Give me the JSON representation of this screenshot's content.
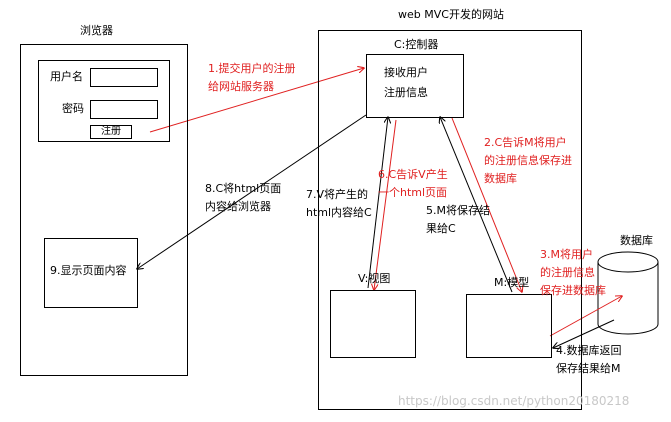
{
  "browser": {
    "title": "浏览器",
    "username_label": "用户名",
    "password_label": "密码",
    "register_button": "注册",
    "display_box": "9.显示页面内容"
  },
  "site": {
    "title": "web MVC开发的网站",
    "controller_label": "C:控制器",
    "controller_box": [
      "接收用户",
      "注册信息"
    ],
    "view_label": "V:视图",
    "model_label": "M:模型"
  },
  "database": {
    "label": "数据库"
  },
  "steps": {
    "s1": [
      "1.提交用户的注册",
      "给网站服务器"
    ],
    "s2": [
      "2.C告诉M将用户",
      "的注册信息保存进",
      "数据库"
    ],
    "s3": [
      "3.M将用户",
      "的注册信息",
      "保存进数据库"
    ],
    "s4": [
      "4.数据库返回",
      "保存结果给M"
    ],
    "s5": [
      "5.M将保存结",
      "果给C"
    ],
    "s6": [
      "6.C告诉V产生",
      "一个html页面"
    ],
    "s7": [
      "7.V将产生的",
      "html内容给C"
    ],
    "s8": [
      "8.C将html页面",
      "内容给浏览器"
    ]
  },
  "watermark": "https://blog.csdn.net/python20180218",
  "colors": {
    "red": "#e02020",
    "black": "#000000"
  }
}
